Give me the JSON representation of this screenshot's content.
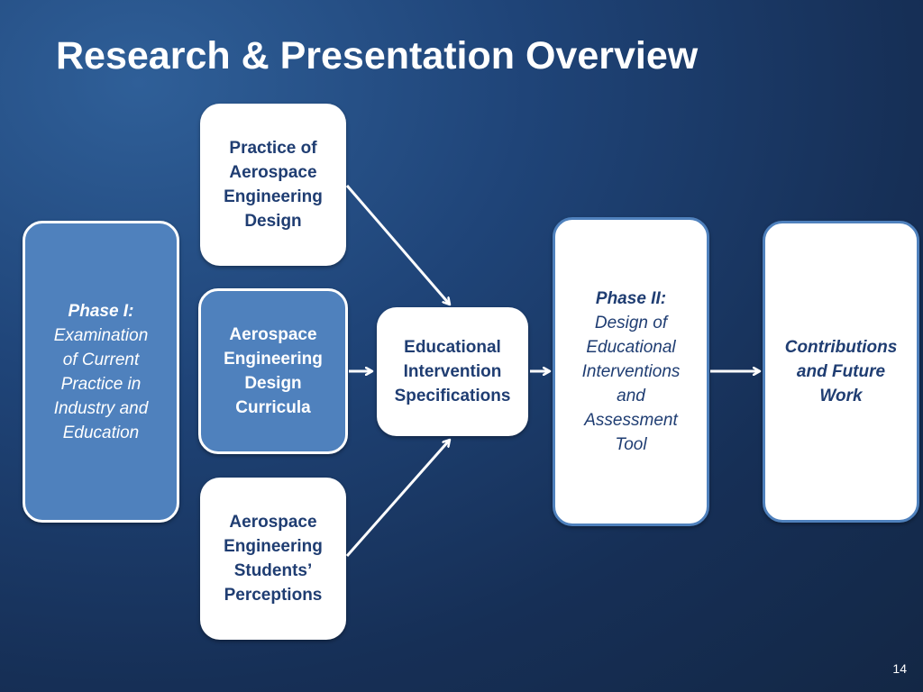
{
  "slide": {
    "title": "Research & Presentation Overview",
    "page_number": "14"
  },
  "boxes": {
    "phase1": {
      "heading": "Phase I:",
      "lines": [
        "Examination",
        "of Current",
        "Practice in",
        "Industry and",
        "Education"
      ]
    },
    "practice": {
      "lines": [
        "Practice of",
        "Aerospace",
        "Engineering",
        "Design"
      ]
    },
    "curricula": {
      "lines": [
        "Aerospace",
        "Engineering",
        "Design",
        "Curricula"
      ]
    },
    "perceptions": {
      "lines": [
        "Aerospace",
        "Engineering",
        "Students’",
        "Perceptions"
      ]
    },
    "specs": {
      "lines": [
        "Educational",
        "Intervention",
        "Specifications"
      ]
    },
    "phase2": {
      "heading": "Phase II:",
      "lines": [
        "Design of",
        "Educational",
        "Interventions",
        "and",
        "Assessment",
        "Tool"
      ]
    },
    "future": {
      "lines": [
        "Contributions",
        "and Future",
        "Work"
      ]
    }
  },
  "colors": {
    "accent_blue": "#4f81bd",
    "text_navy": "#1f3d72",
    "background": "#1f4478"
  }
}
